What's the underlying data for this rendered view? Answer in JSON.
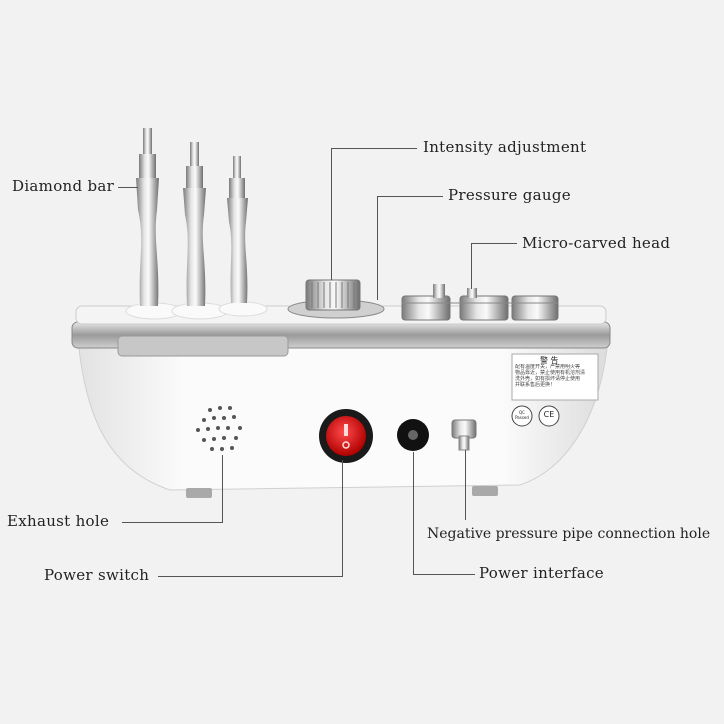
{
  "labels": {
    "diamond_bar": "Diamond bar",
    "intensity_adjustment": "Intensity adjustment",
    "pressure_gauge": "Pressure gauge",
    "micro_carved_head": "Micro-carved head",
    "exhaust_hole": "Exhaust hole",
    "power_switch": "Power switch",
    "negative_pressure_pipe": "Negative pressure pipe connection hole",
    "power_interface": "Power interface"
  },
  "device": {
    "warning_title": "警 告",
    "warning_lines": [
      "配有温度开关，严禁用明火等",
      "物品靠近，禁止使用有机溶剂清",
      "洗外壳，如有损坏请停止使用",
      "并联系售后更换！"
    ],
    "qc_badge": "QC Passed",
    "ce_mark": "CE"
  },
  "colors": {
    "background": "#f2f2f2",
    "body_white": "#f7f7f7",
    "switch_red": "#d81818",
    "metal": "#b8b8b8",
    "leader_line": "#555555"
  }
}
